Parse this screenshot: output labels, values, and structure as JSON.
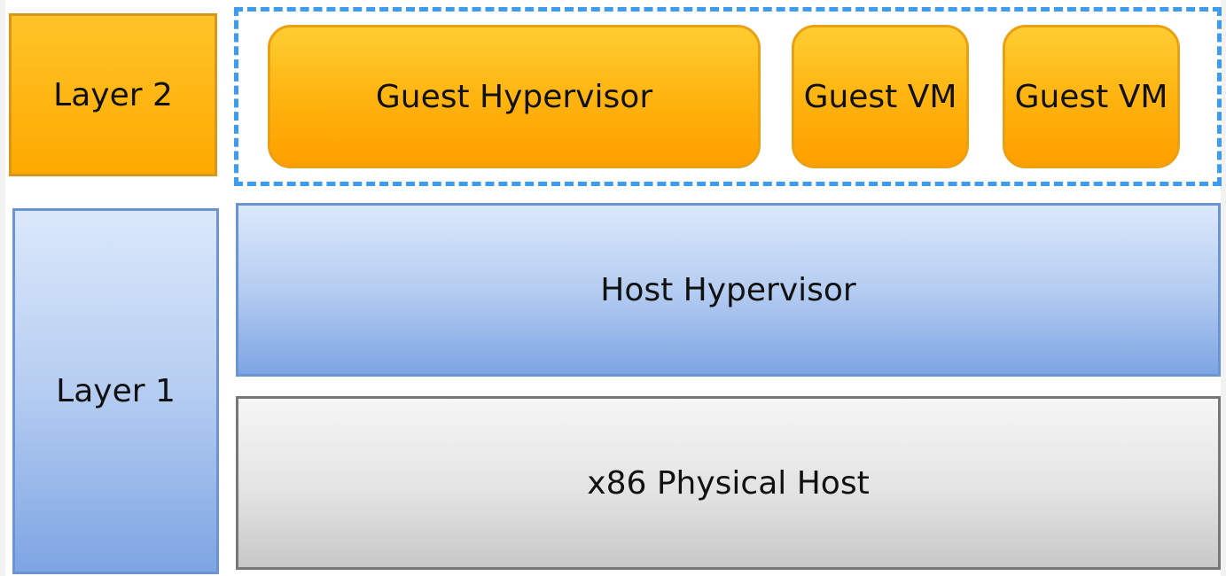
{
  "diagram": {
    "layer2": {
      "label": "Layer 2"
    },
    "layer1": {
      "label": "Layer 1"
    },
    "guest_group": {
      "guest_hypervisor": "Guest Hypervisor",
      "guest_vm_1": "Guest VM",
      "guest_vm_2": "Guest VM"
    },
    "host_hypervisor": "Host Hypervisor",
    "physical_host": "x86 Physical Host"
  },
  "colors": {
    "layer2_fill": "#ffb20d",
    "layer1_fill": "#b5cdf1",
    "physical_fill": "#e3e3e3",
    "dashed_border": "#3d9bf0"
  }
}
